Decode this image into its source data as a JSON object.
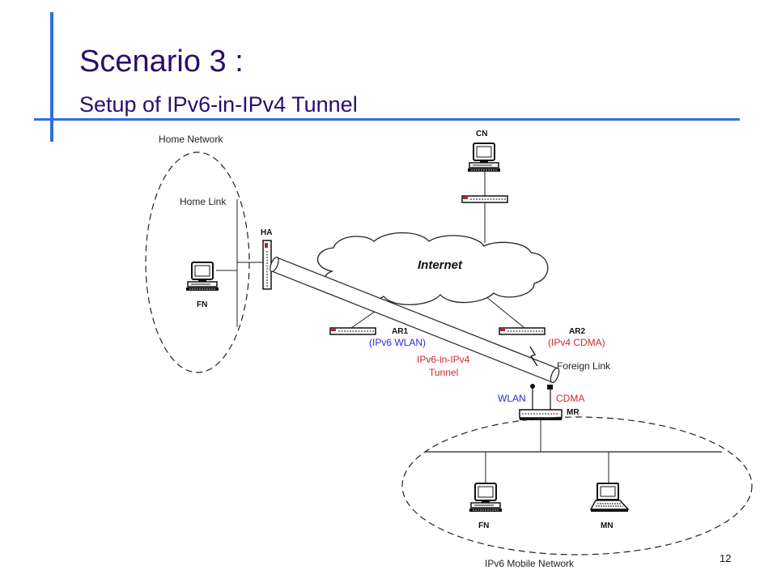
{
  "slide": {
    "title": "Scenario 3 :",
    "subtitle": "Setup of IPv6-in-IPv4 Tunnel",
    "page_number": "12",
    "accent_color": "#2f6fe0",
    "title_color": "#2a0d6e"
  },
  "diagram": {
    "home_network": "Home Network",
    "home_link": "Home Link",
    "home_agent": "HA",
    "home_fn": "FN",
    "correspondent": "CN",
    "internet": "Internet",
    "ar1": "AR1",
    "ar1_type": "(IPv6 WLAN)",
    "ar2": "AR2",
    "ar2_type": "(IPv4 CDMA)",
    "tunnel_line1": "IPv6-in-IPv4",
    "tunnel_line2": "Tunnel",
    "foreign_link": "Foreign Link",
    "wlan": "WLAN",
    "cdma": "CDMA",
    "mobile_router": "MR",
    "mobile_fn": "FN",
    "mobile_node": "MN",
    "mobile_network": "IPv6 Mobile Network",
    "icons": [
      "desktop-computer-icon",
      "router-icon",
      "laptop-icon",
      "cloud-icon",
      "antenna-icon"
    ]
  }
}
